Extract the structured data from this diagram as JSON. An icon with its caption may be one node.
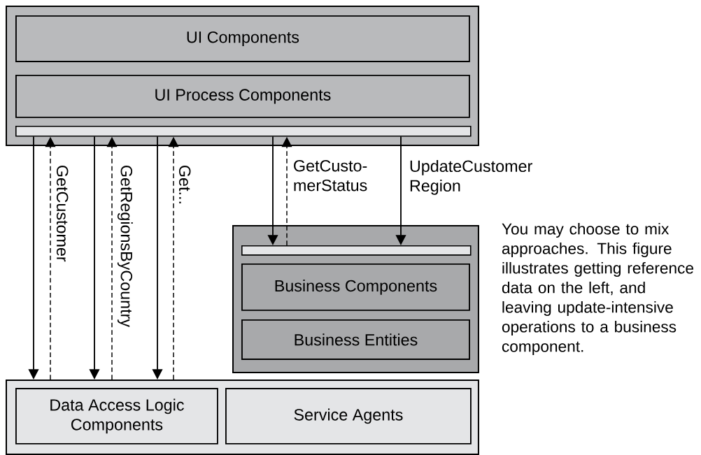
{
  "diagram": {
    "nodes": [
      {
        "text": [],
        "shape": "box"
      },
      {
        "text": [
          "UI Components"
        ],
        "in": 0
      },
      {
        "text": [
          "UI Process Components"
        ],
        "in": 0
      },
      {
        "text": [],
        "shape": "bar",
        "in": 0
      },
      {
        "text": [],
        "shape": "box"
      },
      {
        "text": [],
        "shape": "bar",
        "in": 4
      },
      {
        "text": [
          "Business Components"
        ],
        "in": 4
      },
      {
        "text": [
          "Business Entities"
        ],
        "in": 4
      },
      {
        "text": [],
        "shape": "box"
      },
      {
        "text": [
          "Data Access Logic Components"
        ],
        "in": 8
      },
      {
        "text": [
          "Service Agents"
        ],
        "in": 8
      }
    ],
    "edges": [
      {
        "from": 3,
        "to": 8,
        "arrow": "to"
      },
      {
        "from": 8,
        "to": 3,
        "arrow": "to",
        "style": "dashed",
        "label": "GetCustomer"
      },
      {
        "from": 3,
        "to": 8,
        "arrow": "to"
      },
      {
        "from": 8,
        "to": 3,
        "arrow": "to",
        "style": "dashed",
        "label": "GetRegionsByCountry"
      },
      {
        "from": 3,
        "to": 8,
        "arrow": "to"
      },
      {
        "from": 8,
        "to": 3,
        "arrow": "to",
        "style": "dashed",
        "label": "Get..."
      },
      {
        "from": 3,
        "to": 5,
        "arrow": "to"
      },
      {
        "from": 5,
        "to": 3,
        "arrow": "to",
        "style": "dashed",
        "label": "GetCusto- merStatus"
      },
      {
        "from": 3,
        "to": 5,
        "arrow": "to",
        "label": "UpdateCustomer Region"
      }
    ],
    "labels": [
      "You may choose to mix approaches. This figure illustrates getting reference data on the left, and leaving update-intensive operations to a business component."
    ]
  }
}
